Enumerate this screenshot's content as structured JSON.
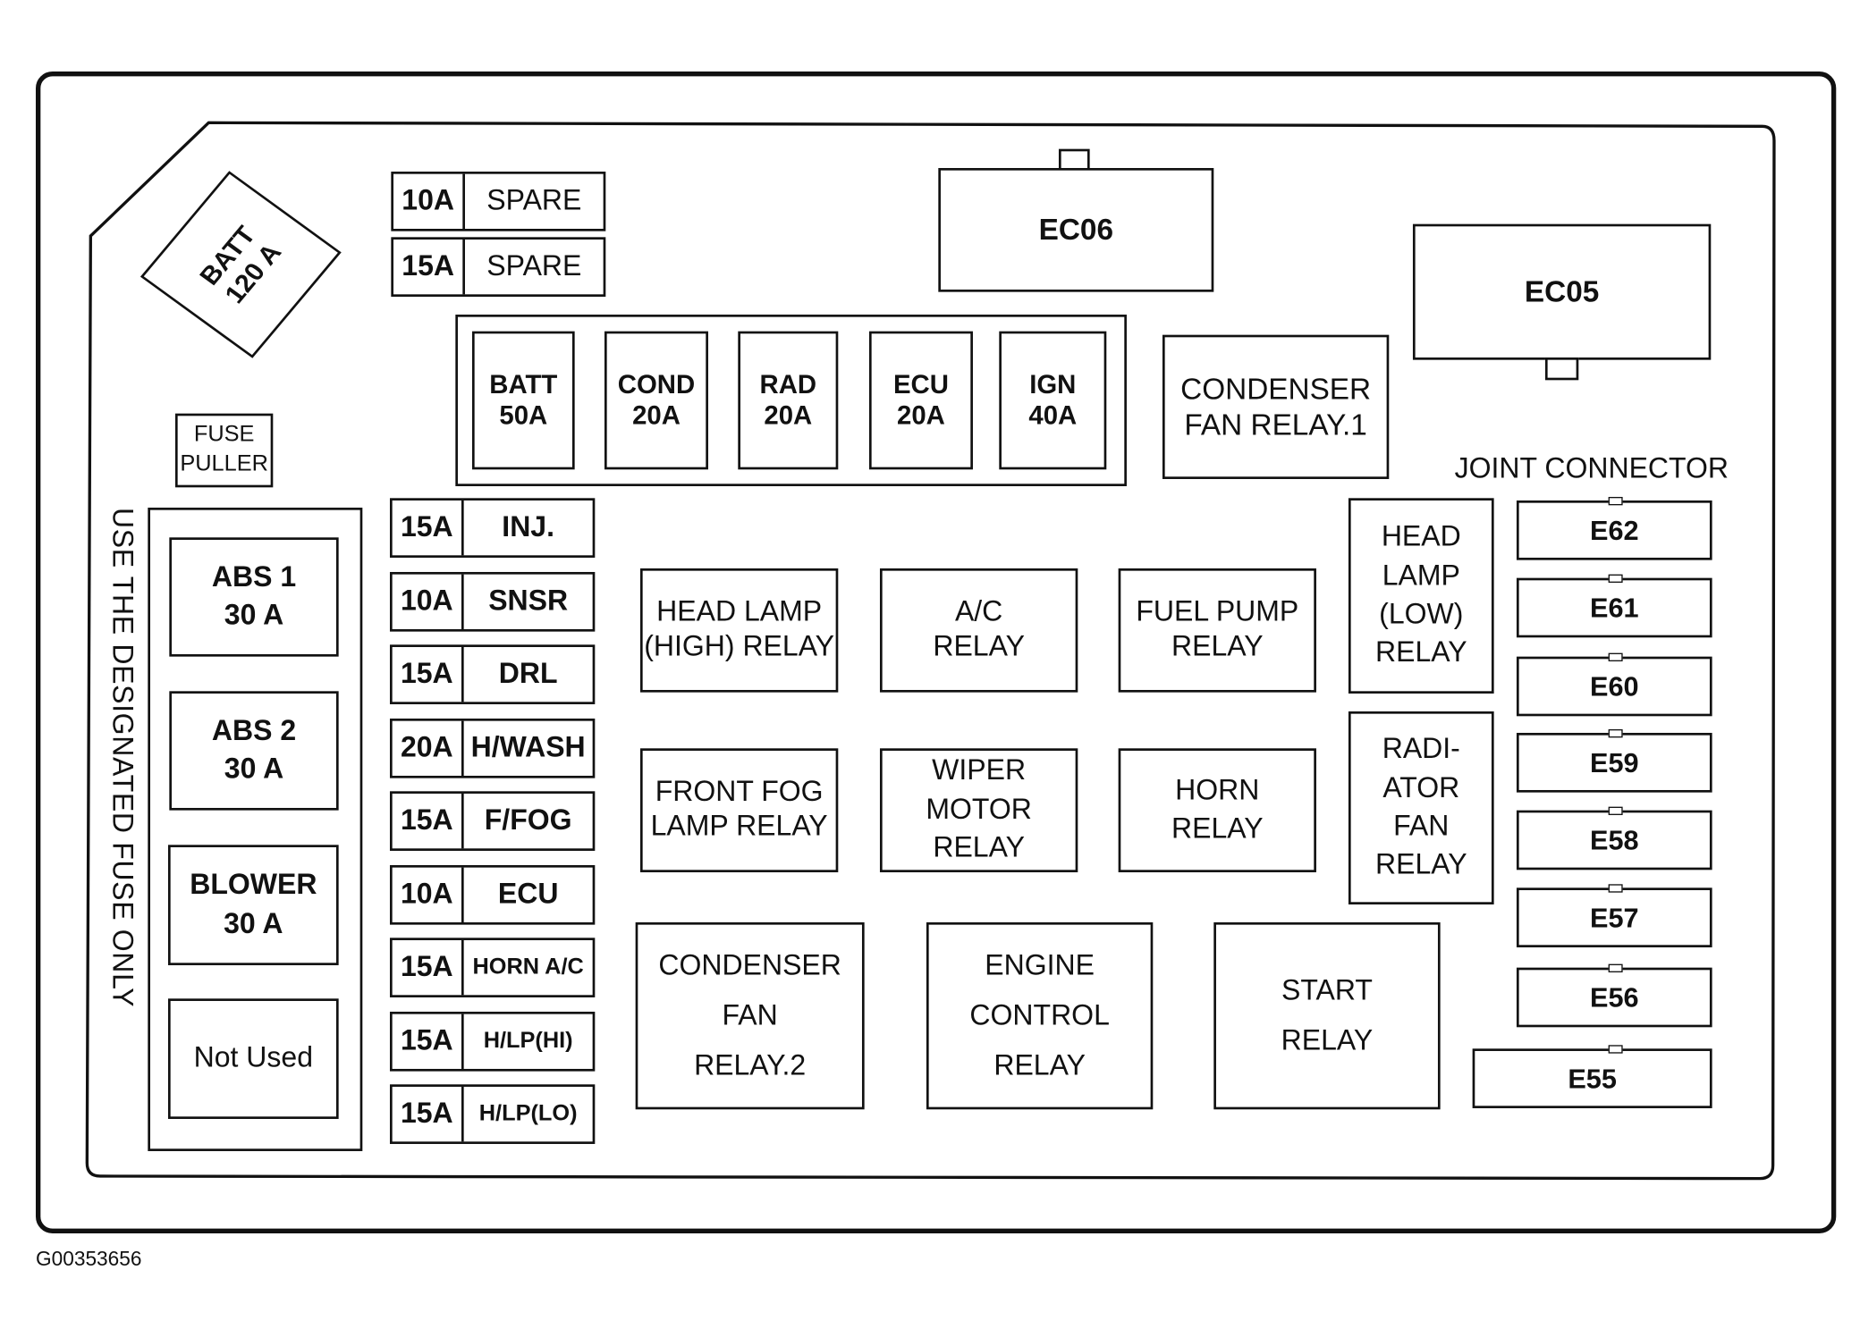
{
  "diagram": {
    "figure_id": "G00353656",
    "side_note": "USE THE DESIGNATED FUSE ONLY",
    "main_fuse": "BATT\n120 A",
    "fuse_puller": "FUSE\nPULLER",
    "spare_fuses": [
      {
        "amp": "10A",
        "name": "SPARE"
      },
      {
        "amp": "15A",
        "name": "SPARE"
      }
    ],
    "fusible_links": [
      {
        "label": "BATT\n50A"
      },
      {
        "label": "COND\n20A"
      },
      {
        "label": "RAD\n20A"
      },
      {
        "label": "ECU\n20A"
      },
      {
        "label": "IGN\n40A"
      }
    ],
    "large_fuses": [
      {
        "label": "ABS 1\n30 A"
      },
      {
        "label": "ABS 2\n30 A"
      },
      {
        "label": "BLOWER\n30 A"
      },
      {
        "label": "Not Used"
      }
    ],
    "mini_fuses": [
      {
        "amp": "15A",
        "name": "INJ."
      },
      {
        "amp": "10A",
        "name": "SNSR"
      },
      {
        "amp": "15A",
        "name": "DRL"
      },
      {
        "amp": "20A",
        "name": "H/WASH"
      },
      {
        "amp": "15A",
        "name": "F/FOG"
      },
      {
        "amp": "10A",
        "name": "ECU"
      },
      {
        "amp": "15A",
        "name": "HORN A/C"
      },
      {
        "amp": "15A",
        "name": "H/LP(HI)"
      },
      {
        "amp": "15A",
        "name": "H/LP(LO)"
      }
    ],
    "connectors": {
      "ec06": "EC06",
      "ec05": "EC05"
    },
    "relays": {
      "condenser_fan_1": "CONDENSER\nFAN RELAY.1",
      "head_lamp_high": "HEAD LAMP\n(HIGH) RELAY",
      "ac": "A/C\nRELAY",
      "fuel_pump": "FUEL PUMP\nRELAY",
      "head_lamp_low": "HEAD\nLAMP\n(LOW)\nRELAY",
      "front_fog": "FRONT FOG\nLAMP RELAY",
      "wiper_motor": "WIPER\nMOTOR\nRELAY",
      "horn": "HORN\nRELAY",
      "radiator_fan": "RADI-\nATOR\nFAN\nRELAY",
      "condenser_fan_2": "CONDENSER\n\nFAN\n\nRELAY.2",
      "engine_control": "ENGINE\n\nCONTROL\n\nRELAY",
      "start": "START\n\nRELAY"
    },
    "joint_connector": {
      "title": "JOINT CONNECTOR",
      "items": [
        "E62",
        "E61",
        "E60",
        "E59",
        "E58",
        "E57",
        "E56",
        "E55"
      ]
    }
  }
}
